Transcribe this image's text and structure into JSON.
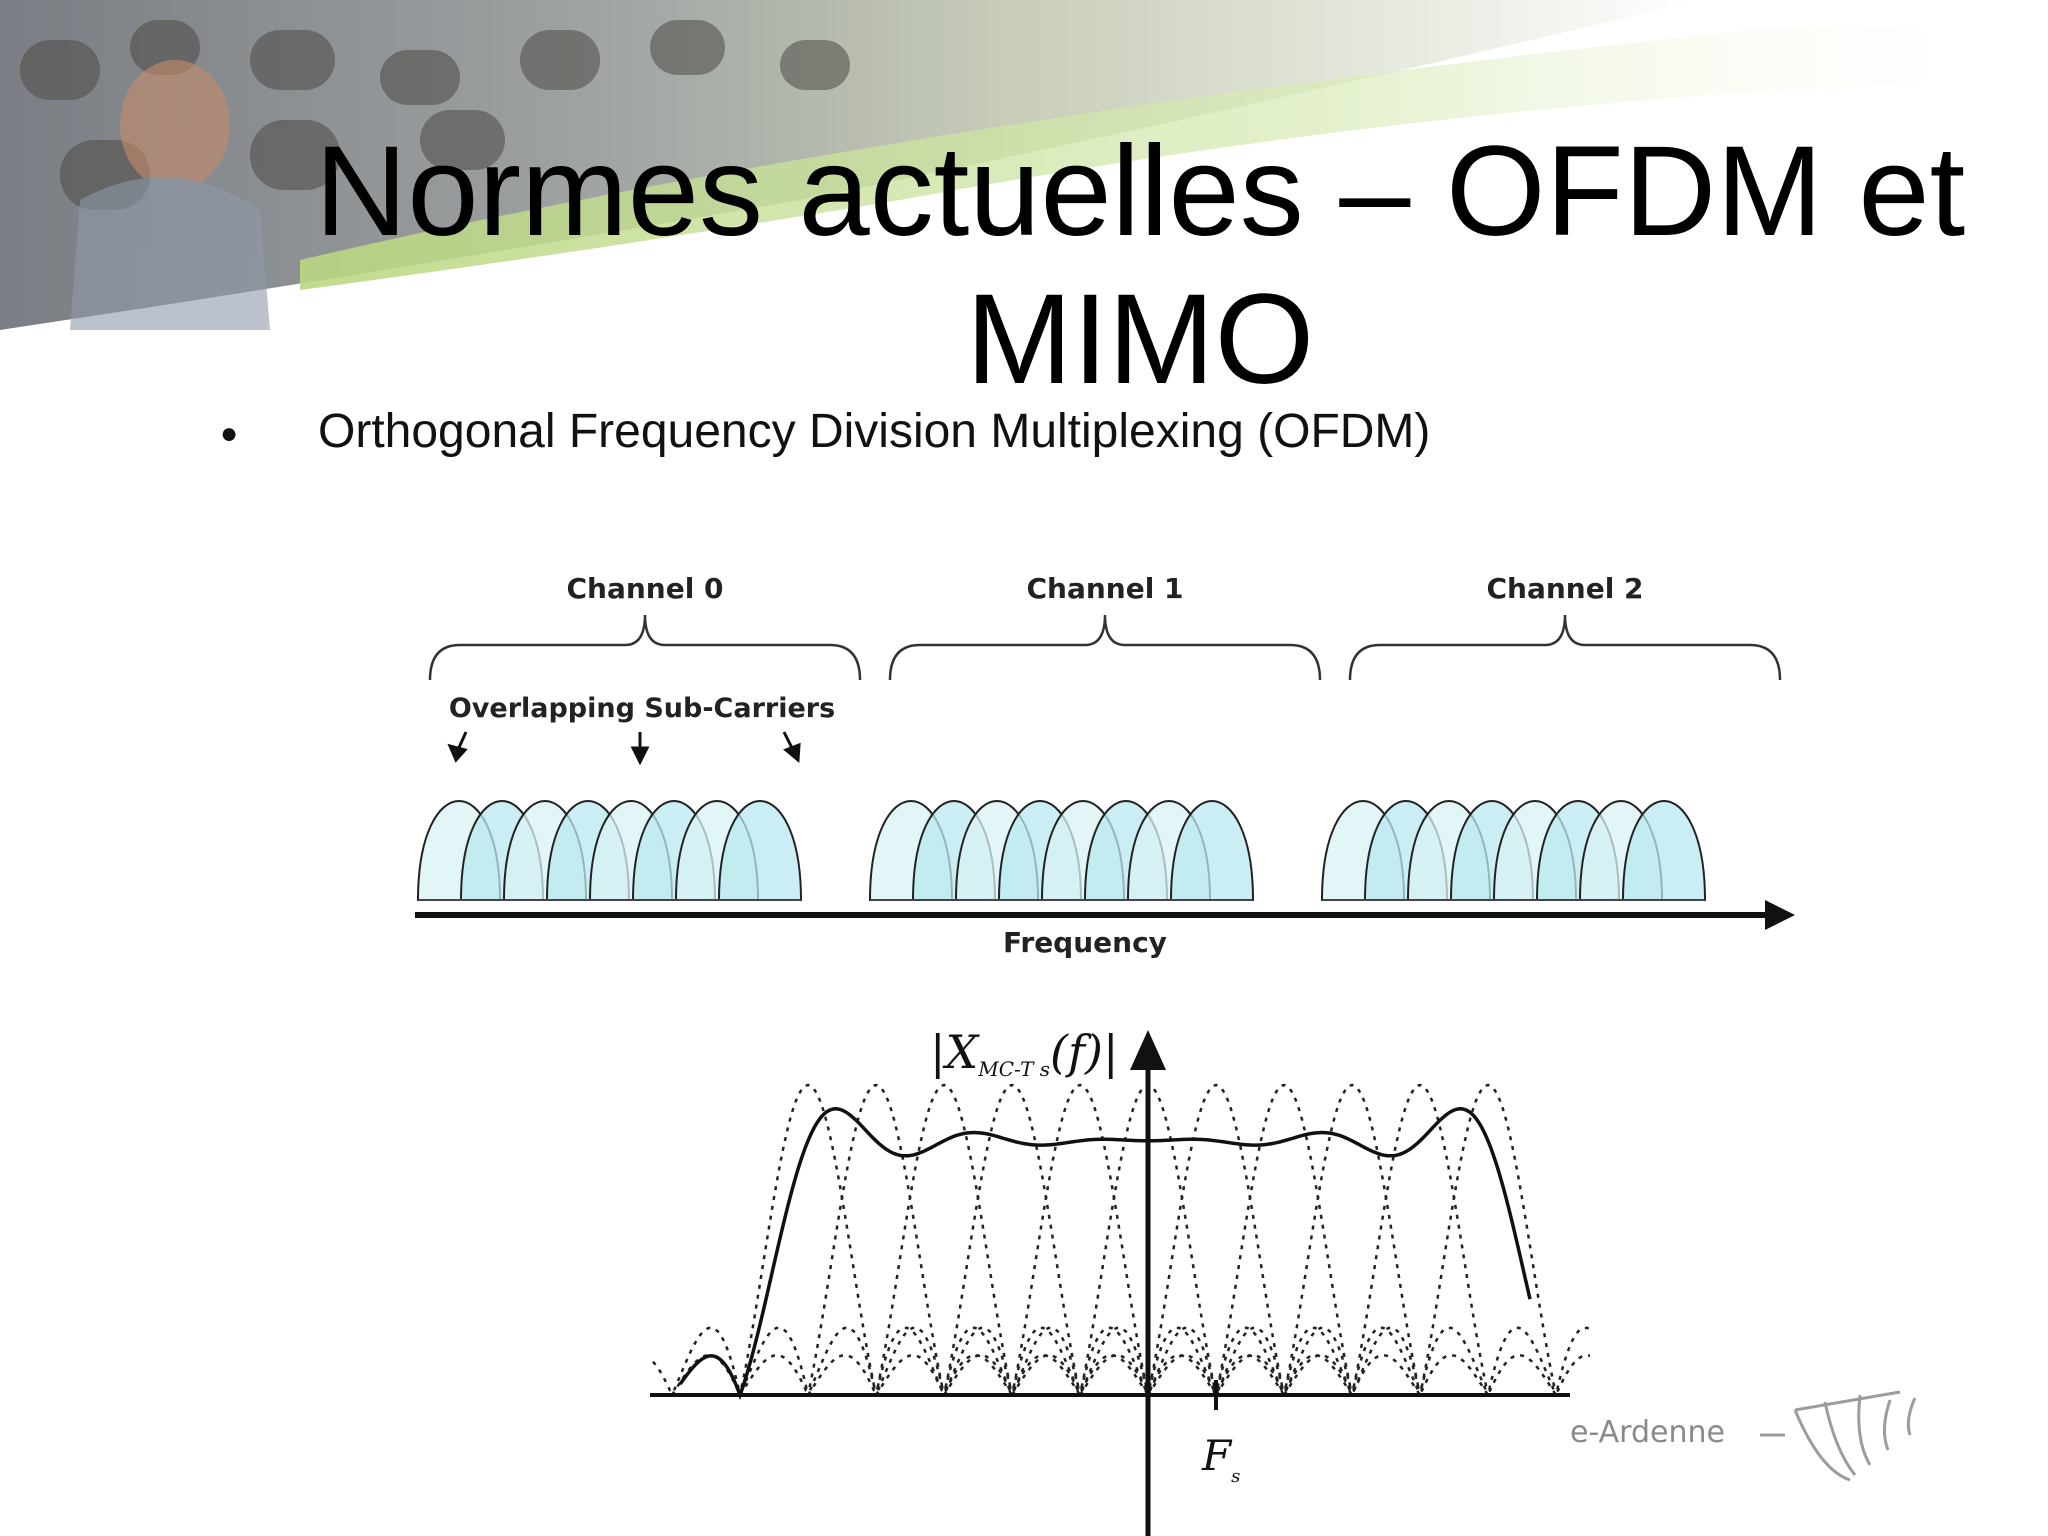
{
  "slide": {
    "title_line1": "Normes actuelles – OFDM et",
    "title_line2": "MIMO",
    "bullet": "Orthogonal Frequency Division Multiplexing (OFDM)"
  },
  "ofdm_diagram": {
    "channels": [
      "Channel 0",
      "Channel 1",
      "Channel 2"
    ],
    "subcarrier_label": "Overlapping Sub-Carriers",
    "axis_label": "Frequency"
  },
  "spectrum_plot": {
    "y_label": "|X_{MC-T s}(f)|",
    "y_label_main": "X",
    "y_label_sub": "MC-T s",
    "y_label_arg": "(f)",
    "tick_label_main": "F",
    "tick_label_sub": "s"
  },
  "logo": {
    "text": "e-Ardenne"
  },
  "colors": {
    "subcarrier_fill": "#d8f2f4",
    "subcarrier_overlap": "#b8e8ef",
    "logo_text": "#8a8a8a",
    "banner_green": "#c9e09a"
  }
}
